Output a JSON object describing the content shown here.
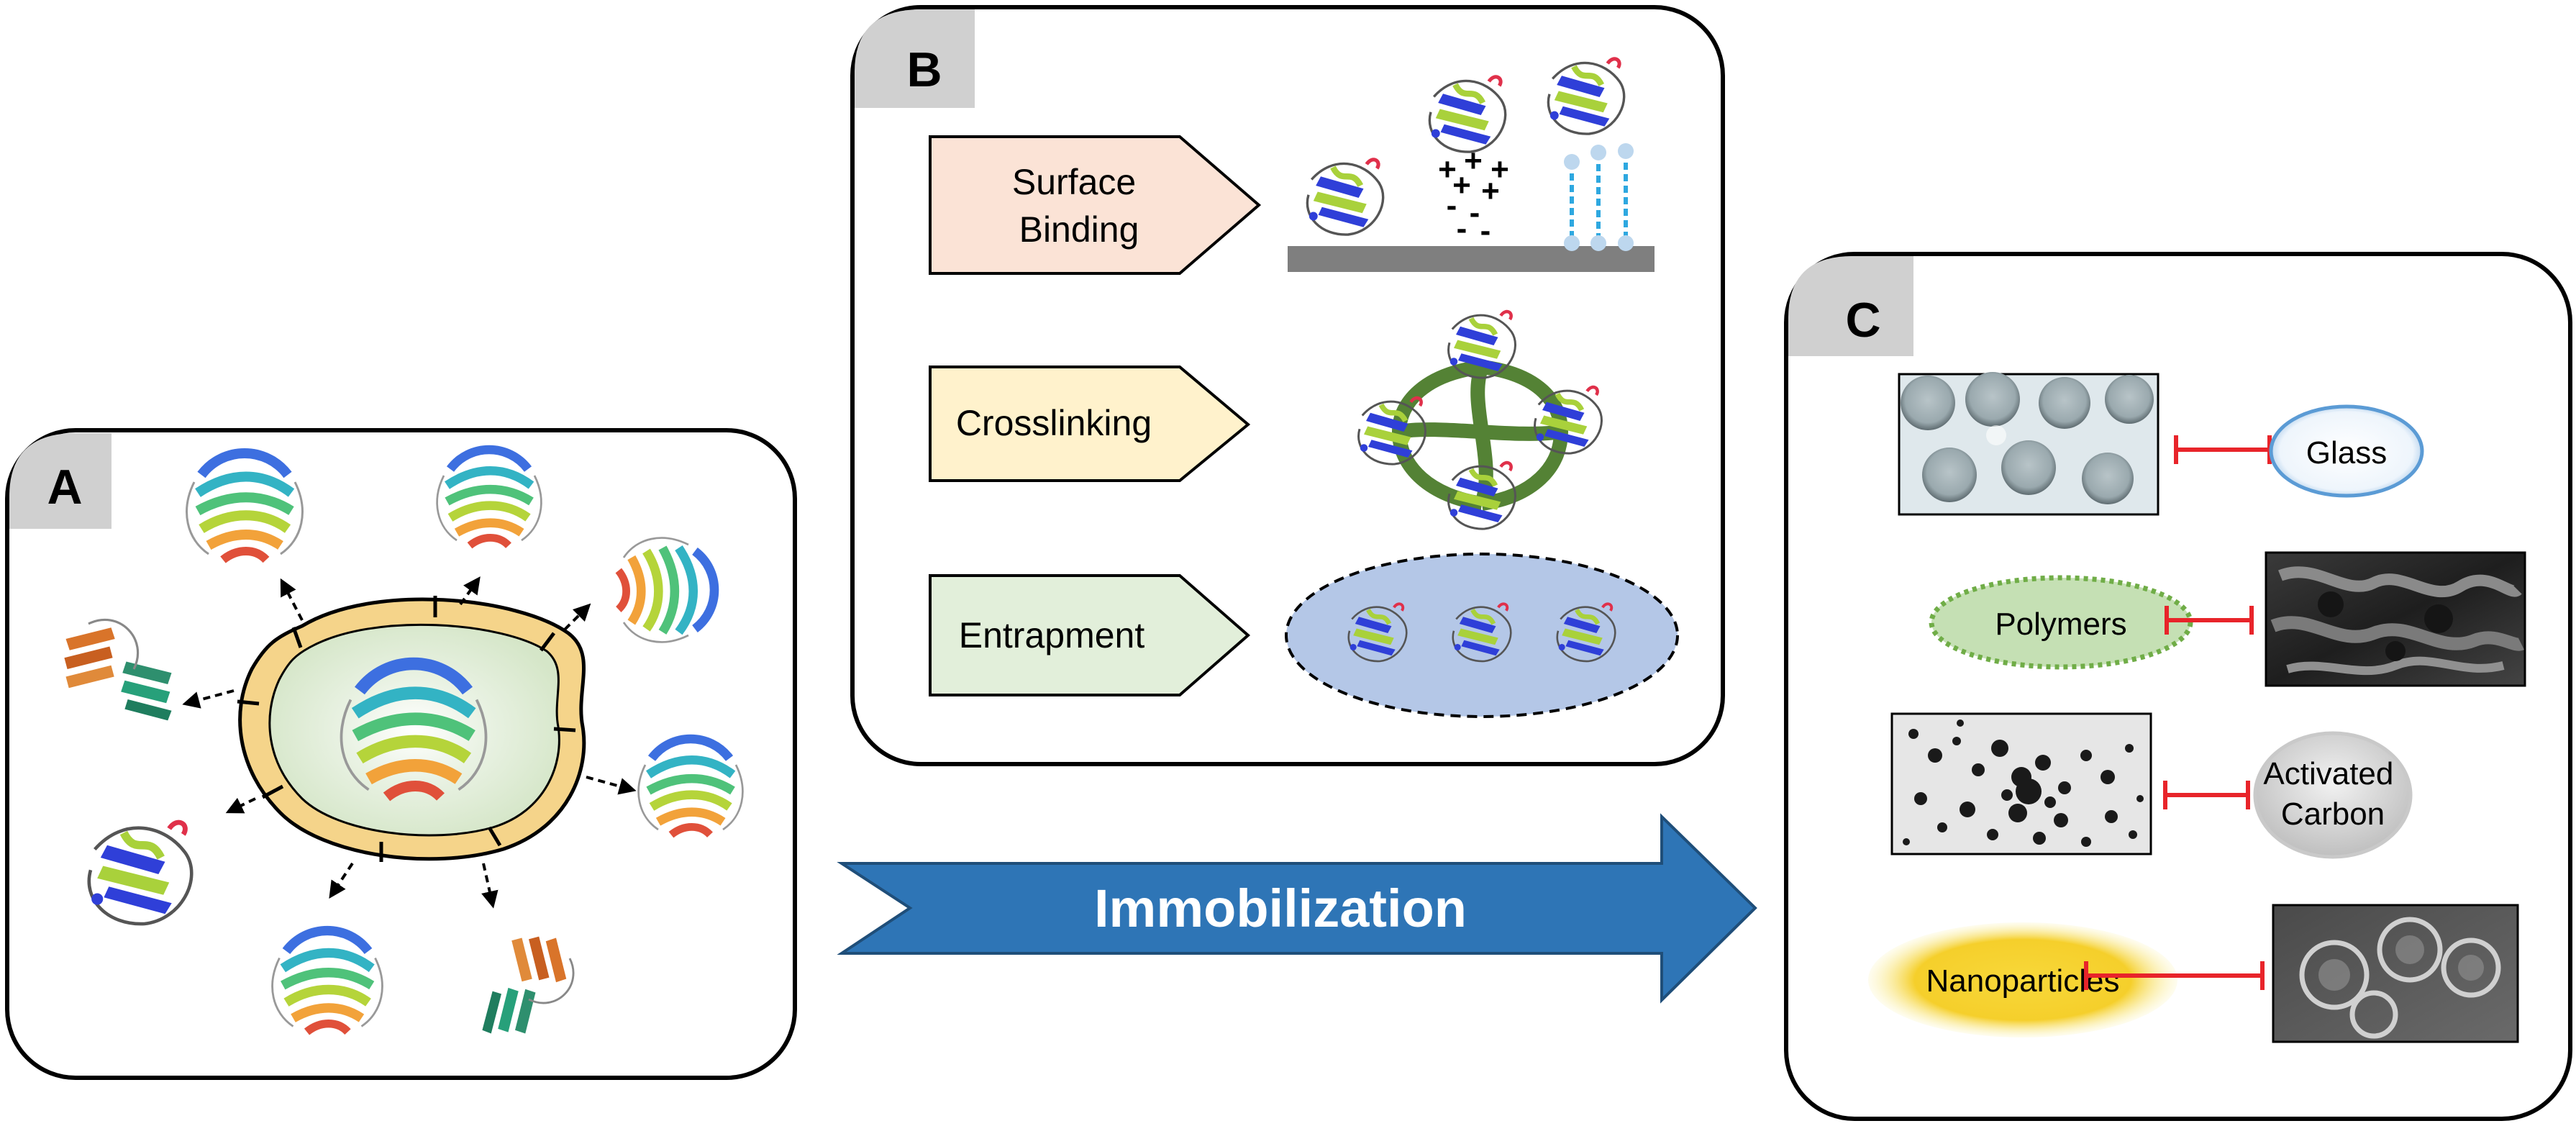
{
  "panels": {
    "a": {
      "letter": "A"
    },
    "b": {
      "letter": "B",
      "methods": [
        {
          "label_lines": [
            "Surface",
            "Binding"
          ],
          "fill": "#fbe3d6"
        },
        {
          "label_lines": [
            "Crosslinking"
          ],
          "fill": "#fff2cc"
        },
        {
          "label_lines": [
            "Entrapment"
          ],
          "fill": "#e2efda"
        }
      ]
    },
    "c": {
      "letter": "C",
      "materials": [
        {
          "label_lines": [
            "Glass"
          ],
          "texture": "beads"
        },
        {
          "label_lines": [
            "Polymers"
          ],
          "texture": "porous"
        },
        {
          "label_lines": [
            "Activated",
            "Carbon"
          ],
          "texture": "speckle"
        },
        {
          "label_lines": [
            "Nanoparticles"
          ],
          "texture": "particles"
        }
      ]
    }
  },
  "arrow": {
    "label": "Immobilization",
    "color": "#2e75b6"
  },
  "charges": {
    "plus": "+",
    "minus": "-"
  },
  "colors": {
    "panel_border": "#000000",
    "tab": "#d0d0d0",
    "membrane": "#f5d48a",
    "cell_interior": "#e2efda",
    "support_surface": "#7f7f7f",
    "crosslink": "#548235",
    "linker": "#2ea8e0",
    "entrapment_fill": "#b4c7e7",
    "connector": "#e8242a",
    "protein_blue": "#2f3fd8",
    "protein_green": "#a9d13b"
  },
  "icons": [
    "enzyme-ribbon-icon",
    "glass-bead-icon",
    "polymer-texture-icon",
    "carbon-texture-icon",
    "nanoparticle-texture-icon"
  ]
}
